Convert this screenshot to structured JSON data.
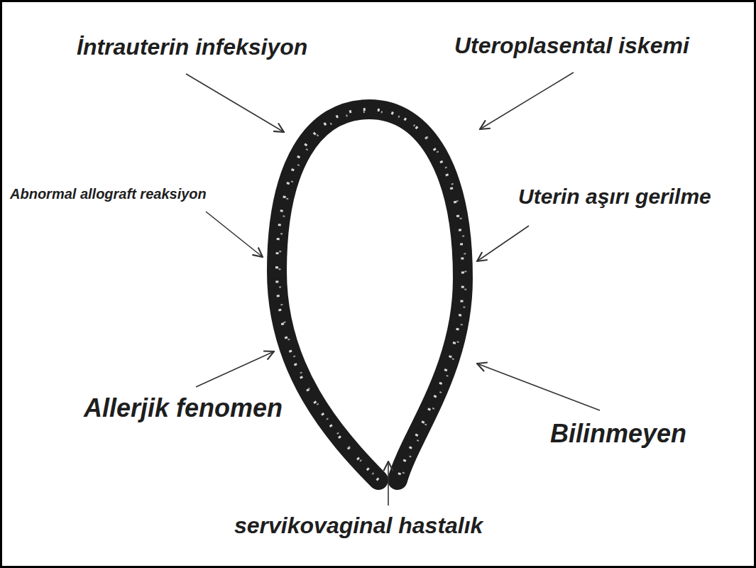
{
  "diagram": {
    "labels": [
      "İntrauterin infeksiyon",
      "Uteroplasental iskemi",
      "Abnormal allograft reaksiyon",
      "Uterin aşırı gerilme",
      "Allerjik fenomen",
      "Bilinmeyen",
      "servikovaginal hastalık"
    ]
  }
}
